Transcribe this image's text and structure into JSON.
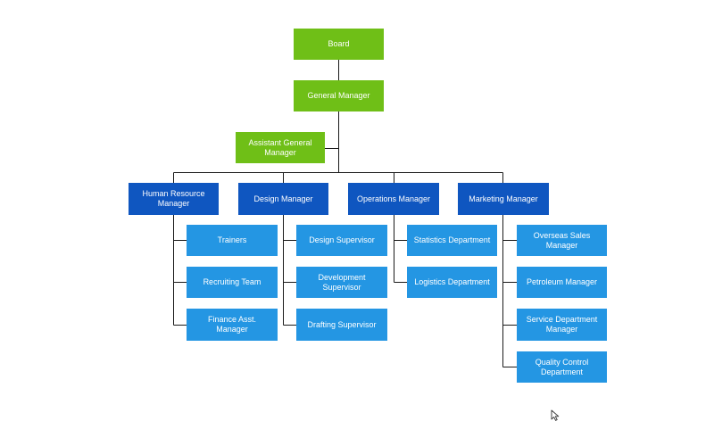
{
  "colors": {
    "executive": "#6fbf17",
    "manager": "#0f56c0",
    "subordinate": "#2496e3",
    "connector": "#1a1a1a",
    "background": "#ffffff"
  },
  "org": {
    "board": "Board",
    "general_manager": "General Manager",
    "assistant_general_manager": "Assistant General Manager",
    "managers": [
      {
        "label": "Human Resource Manager",
        "reports": [
          "Trainers",
          "Recruiting Team",
          "Finance Asst. Manager"
        ]
      },
      {
        "label": "Design Manager",
        "reports": [
          "Design Supervisor",
          "Development Supervisor",
          "Drafting Supervisor"
        ]
      },
      {
        "label": "Operations Manager",
        "reports": [
          "Statistics Department",
          "Logistics Department"
        ]
      },
      {
        "label": "Marketing Manager",
        "reports": [
          "Overseas Sales Manager",
          "Petroleum Manager",
          "Service Department Manager",
          "Quality Control Department"
        ]
      }
    ]
  },
  "icons": {
    "cursor": "mouse-pointer-icon"
  }
}
